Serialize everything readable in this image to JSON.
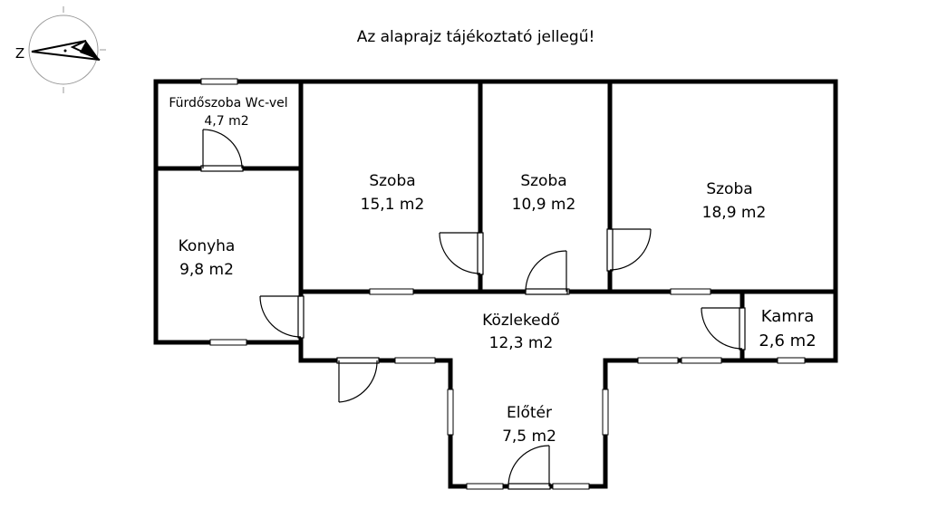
{
  "notice": "Az alaprajz tájékoztató jellegű!",
  "compass": {
    "north_label": "Z"
  },
  "rooms": {
    "bathroom": {
      "name": "Fürdőszoba Wc-vel",
      "area": "4,7 m2"
    },
    "room1": {
      "name": "Szoba",
      "area": "15,1 m2"
    },
    "room2": {
      "name": "Szoba",
      "area": "10,9 m2"
    },
    "room3": {
      "name": "Szoba",
      "area": "18,9 m2"
    },
    "kitchen": {
      "name": "Konyha",
      "area": "9,8 m2"
    },
    "corridor": {
      "name": "Közlekedő",
      "area": "12,3 m2"
    },
    "pantry": {
      "name": "Kamra",
      "area": "2,6 m2"
    },
    "entrance": {
      "name": "Előtér",
      "area": "7,5 m2"
    }
  }
}
